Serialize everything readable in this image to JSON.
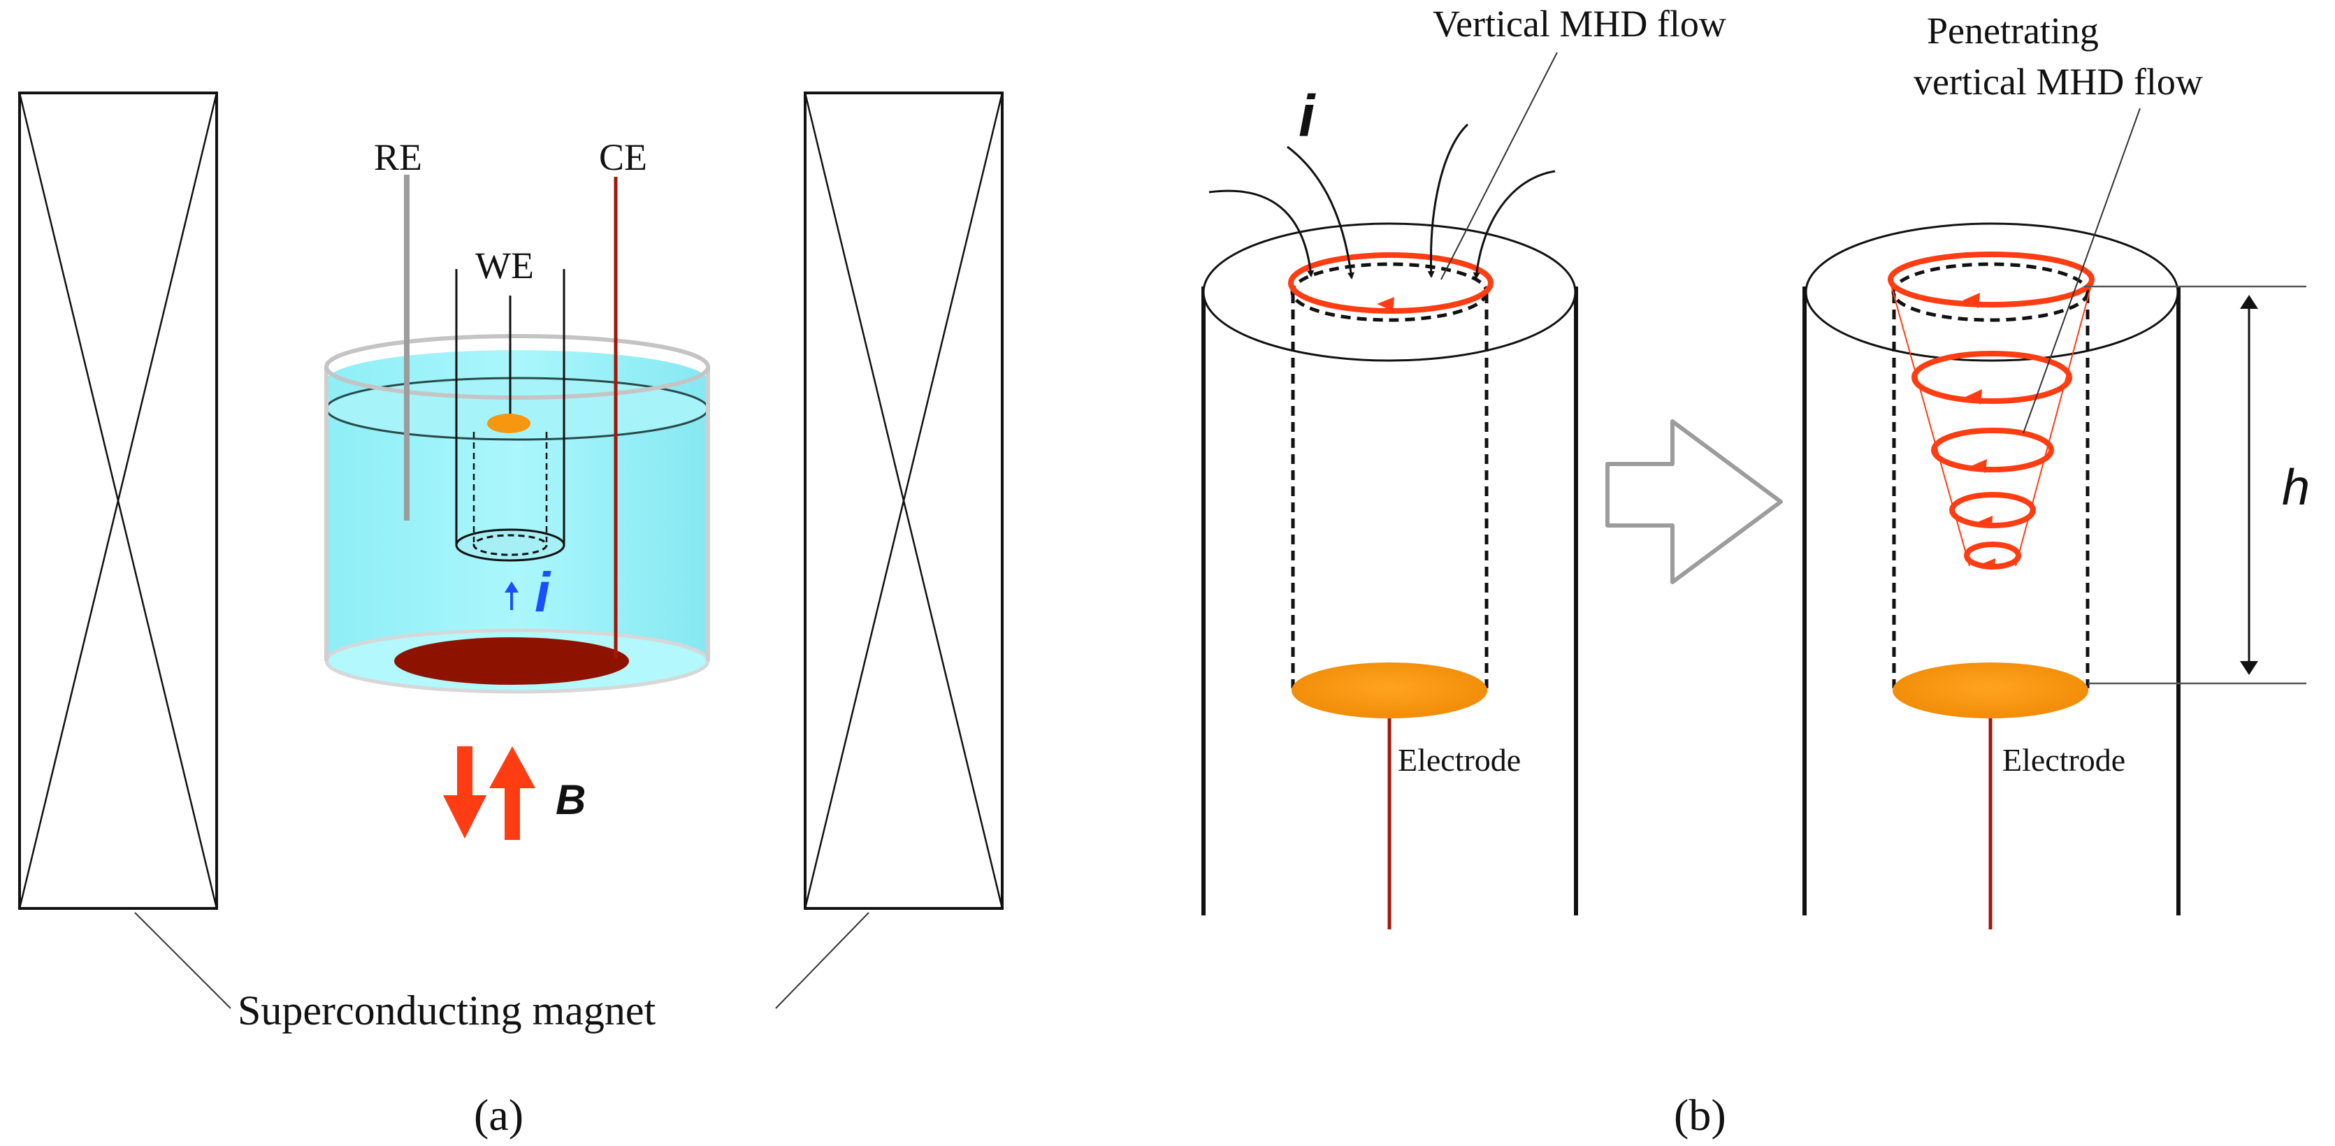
{
  "panel_a": {
    "caption": "(a)",
    "re_label": "RE",
    "ce_label": "CE",
    "we_label": "WE",
    "current_label": "i",
    "field_label": "B",
    "magnet_label": "Superconducting magnet"
  },
  "panel_b": {
    "caption": "(b)",
    "current_label": "i",
    "vertical_flow_label": "Vertical MHD flow",
    "penetrating_flow_label_line1": "Penetrating",
    "penetrating_flow_label_line2": "vertical MHD flow",
    "electrode_label_left": "Electrode",
    "electrode_label_right": "Electrode",
    "height_label": "h"
  },
  "colors": {
    "solution": "#9ef4fa",
    "counter_electrode": "#8e1200",
    "working_electrode": "#f7960f",
    "current_arrow": "#1a4fff",
    "field_arrow": "#ff3c12",
    "mhd_flow": "#ff3c12",
    "outline": "#111111",
    "reference_electrode": "#9c9c9c",
    "lead_wire": "#a3180a",
    "transition_arrow": "#9c9c9c"
  }
}
